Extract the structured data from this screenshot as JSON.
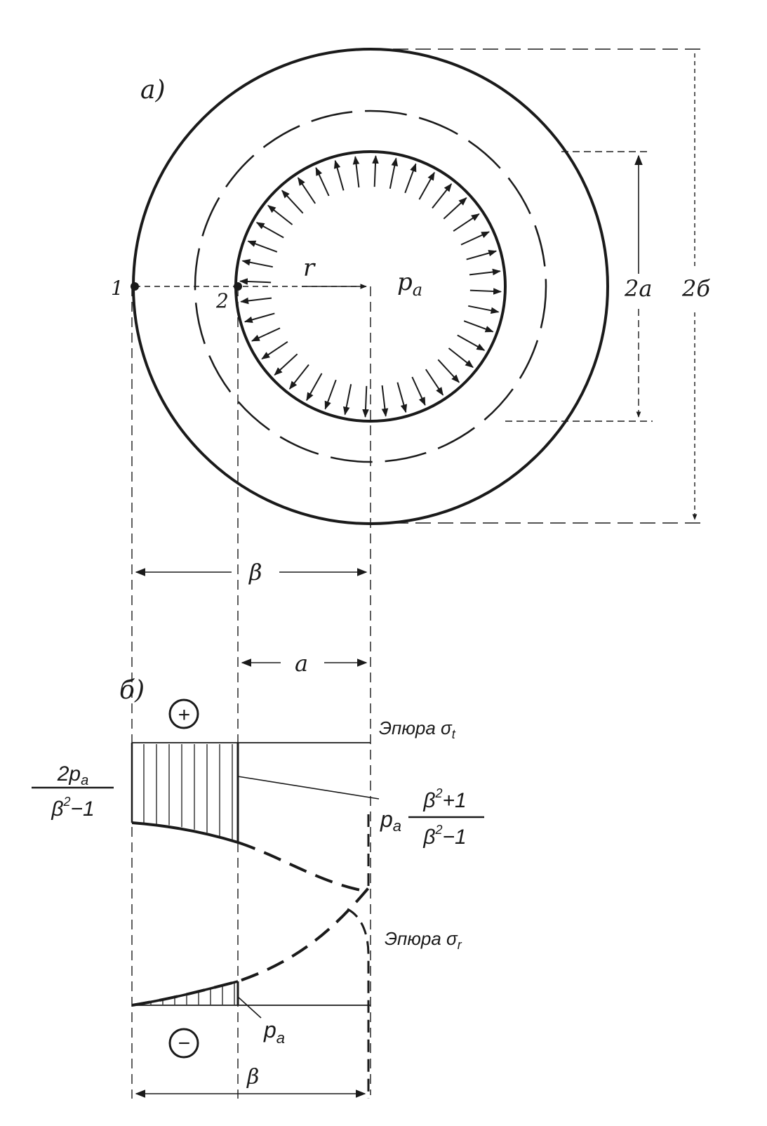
{
  "panel_a": {
    "label": "а)",
    "point_1": "1",
    "point_2": "2",
    "radius_label": "r",
    "pressure_label": "p",
    "pressure_sub": "a",
    "inner_diameter": "2a",
    "outer_diameter": "2б"
  },
  "dims": {
    "b_label": "β",
    "a_label": "a"
  },
  "panel_b": {
    "label": "б)",
    "plus_sign": "+",
    "minus_sign": "−",
    "sigma_t_label": "Эпюра σ",
    "sigma_t_sub": "t",
    "sigma_r_label": "Эпюра σ",
    "sigma_r_sub": "r",
    "left_num": "2p",
    "left_num_sub": "a",
    "left_den": "β",
    "left_den_sup": "2",
    "left_den_tail": "−1",
    "right_p": "p",
    "right_p_sub": "a",
    "right_num": "β",
    "right_num_sup": "2",
    "right_num_tail": "+1",
    "right_den": "β",
    "right_den_sup": "2",
    "right_den_tail": "−1",
    "pa_p": "p",
    "pa_sub": "a",
    "bottom_b": "β"
  }
}
